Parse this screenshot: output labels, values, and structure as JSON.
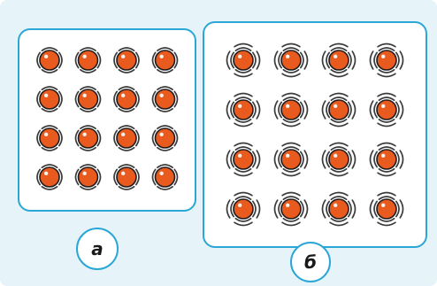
{
  "labels": {
    "a": "а",
    "b": "б"
  },
  "lattice_a": {
    "rows": 4,
    "cols": 4,
    "vibration_arcs_per_side": 1
  },
  "lattice_b": {
    "rows": 4,
    "cols": 4,
    "vibration_arcs_per_side": 2
  },
  "colors": {
    "background": "#e6f3f8",
    "frame": "#2aa7d6",
    "particle": "#e85a1e",
    "particle_outline": "#1c1c1c",
    "vibration_arc": "#3b3b3b",
    "highlight": "#ffffff"
  }
}
